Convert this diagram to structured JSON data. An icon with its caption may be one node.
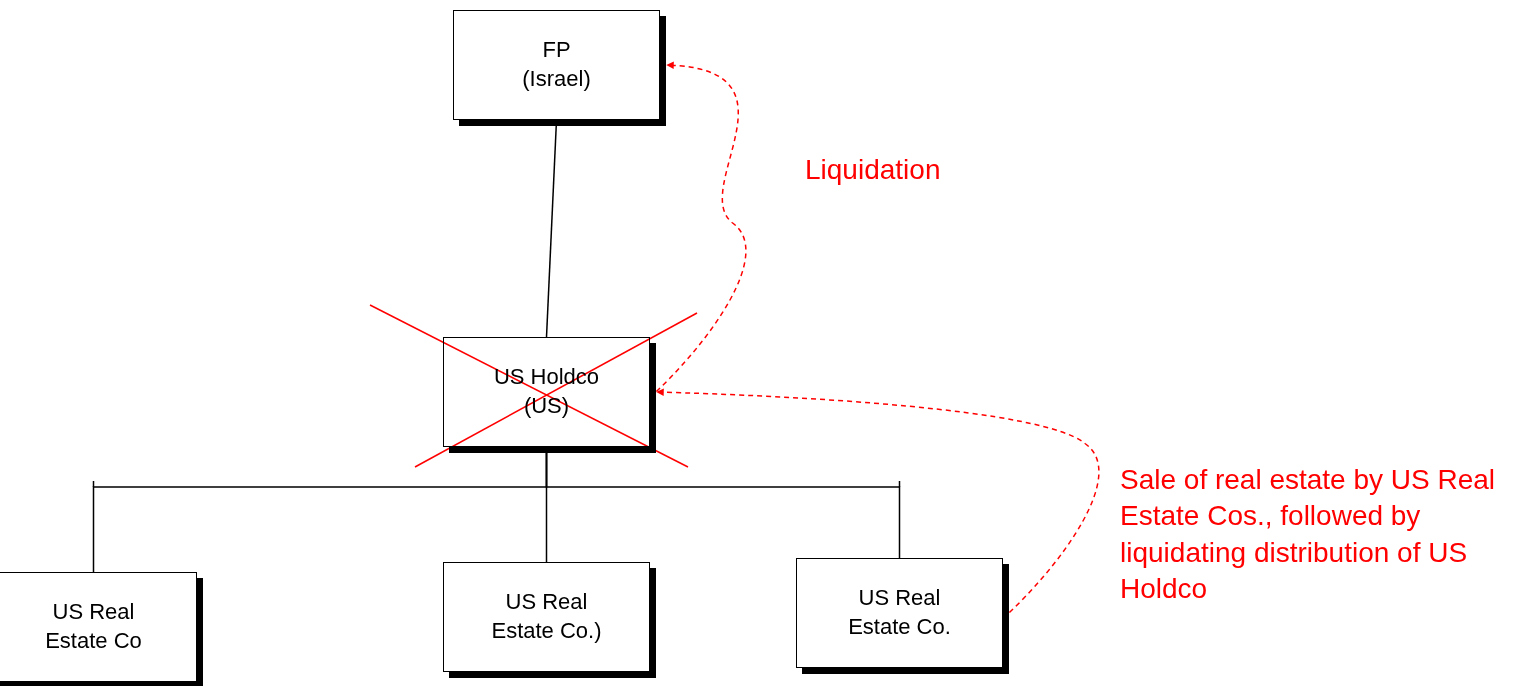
{
  "diagram": {
    "nodes": [
      {
        "text": [
          "FP",
          "(Israel)"
        ]
      },
      {
        "text": [
          "US Holdco",
          "(US)"
        ]
      },
      {
        "text": [
          "US Real Estate Co"
        ]
      },
      {
        "text": [
          "US Real Estate Co.)"
        ]
      },
      {
        "text": [
          "US Real Estate Co."
        ]
      }
    ],
    "edges": [
      {
        "from": 0,
        "to": 1,
        "arrow": "none"
      },
      {
        "from": 1,
        "to": 2,
        "arrow": "none"
      },
      {
        "from": 1,
        "to": 3,
        "arrow": "none"
      },
      {
        "from": 1,
        "to": 4,
        "arrow": "none"
      },
      {
        "from": 1,
        "to": 0,
        "arrow": "to",
        "style": "dashed",
        "color": "#ff0000",
        "label": "Liquidation"
      },
      {
        "from": 4,
        "to": 1,
        "arrow": "to",
        "style": "dashed",
        "color": "#ff0000",
        "label": "Sale of real estate by US Real Estate Cos., followed by liquidating distribution of US Holdco"
      }
    ]
  }
}
